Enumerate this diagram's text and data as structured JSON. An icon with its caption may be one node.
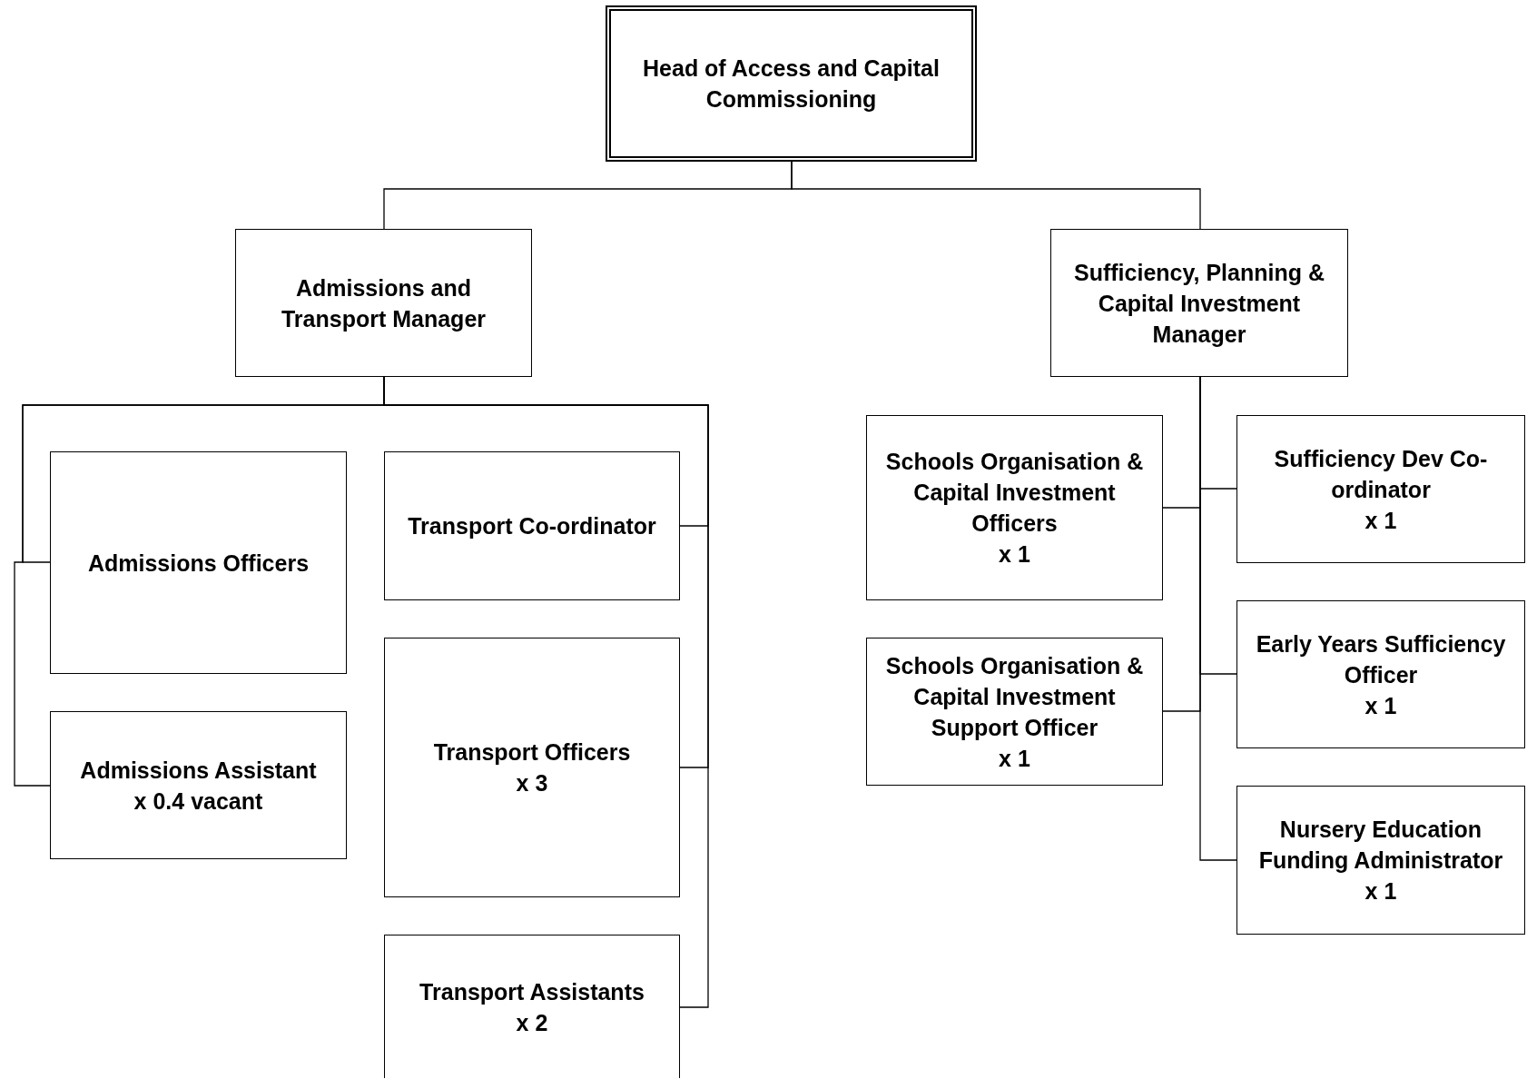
{
  "diagram": {
    "nodes": [
      {
        "text": [
          "Head of Access and Capital Commissioning"
        ]
      },
      {
        "text": [
          "Admissions and Transport Manager"
        ]
      },
      {
        "text": [
          "Sufficiency, Planning & Capital Investment Manager"
        ]
      },
      {
        "text": [
          "Admissions Officers"
        ]
      },
      {
        "text": [
          "Admissions Assistant",
          "x 0.4 vacant"
        ]
      },
      {
        "text": [
          "Transport Co-ordinator"
        ]
      },
      {
        "text": [
          "Transport Officers",
          "x 3"
        ]
      },
      {
        "text": [
          "Transport Assistants",
          "x 2"
        ]
      },
      {
        "text": [
          "Schools Organisation & Capital Investment Officers",
          "x 1"
        ]
      },
      {
        "text": [
          "Schools Organisation & Capital Investment Support Officer",
          "x 1"
        ]
      },
      {
        "text": [
          "Sufficiency Dev Co-ordinator",
          "x 1"
        ]
      },
      {
        "text": [
          "Early Years Sufficiency Officer",
          "x 1"
        ]
      },
      {
        "text": [
          "Nursery Education Funding Administrator",
          "x 1"
        ]
      }
    ],
    "edges": [
      {
        "from": 0,
        "to": 1,
        "arrow": "none"
      },
      {
        "from": 0,
        "to": 2,
        "arrow": "none"
      },
      {
        "from": 1,
        "to": 3,
        "arrow": "none"
      },
      {
        "from": 1,
        "to": 4,
        "arrow": "none"
      },
      {
        "from": 1,
        "to": 5,
        "arrow": "none"
      },
      {
        "from": 1,
        "to": 6,
        "arrow": "none"
      },
      {
        "from": 1,
        "to": 7,
        "arrow": "none"
      },
      {
        "from": 2,
        "to": 8,
        "arrow": "none"
      },
      {
        "from": 2,
        "to": 9,
        "arrow": "none"
      },
      {
        "from": 2,
        "to": 10,
        "arrow": "none"
      },
      {
        "from": 2,
        "to": 11,
        "arrow": "none"
      },
      {
        "from": 2,
        "to": 12,
        "arrow": "none"
      }
    ]
  }
}
